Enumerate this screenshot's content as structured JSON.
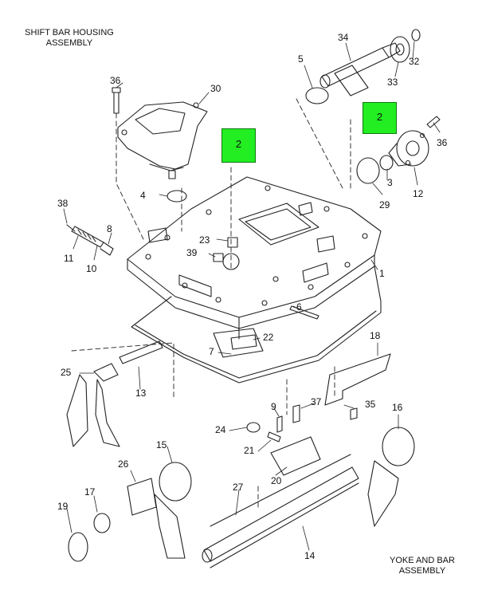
{
  "captions": {
    "shift_bar": "SHIFT BAR HOUSING\nASSEMBLY",
    "yoke_bar": "YOKE AND BAR\nASSEMBLY"
  },
  "highlights": [
    {
      "label": "2",
      "color": "#22ee22"
    },
    {
      "label": "2",
      "color": "#22ee22"
    }
  ],
  "callouts": [
    "36",
    "30",
    "34",
    "5",
    "32",
    "33",
    "36",
    "12",
    "3",
    "29",
    "4",
    "38",
    "8",
    "11",
    "10",
    "23",
    "39",
    "1",
    "6",
    "22",
    "7",
    "18",
    "25",
    "13",
    "37",
    "35",
    "9",
    "24",
    "21",
    "16",
    "20",
    "26",
    "15",
    "17",
    "27",
    "19",
    "14"
  ]
}
